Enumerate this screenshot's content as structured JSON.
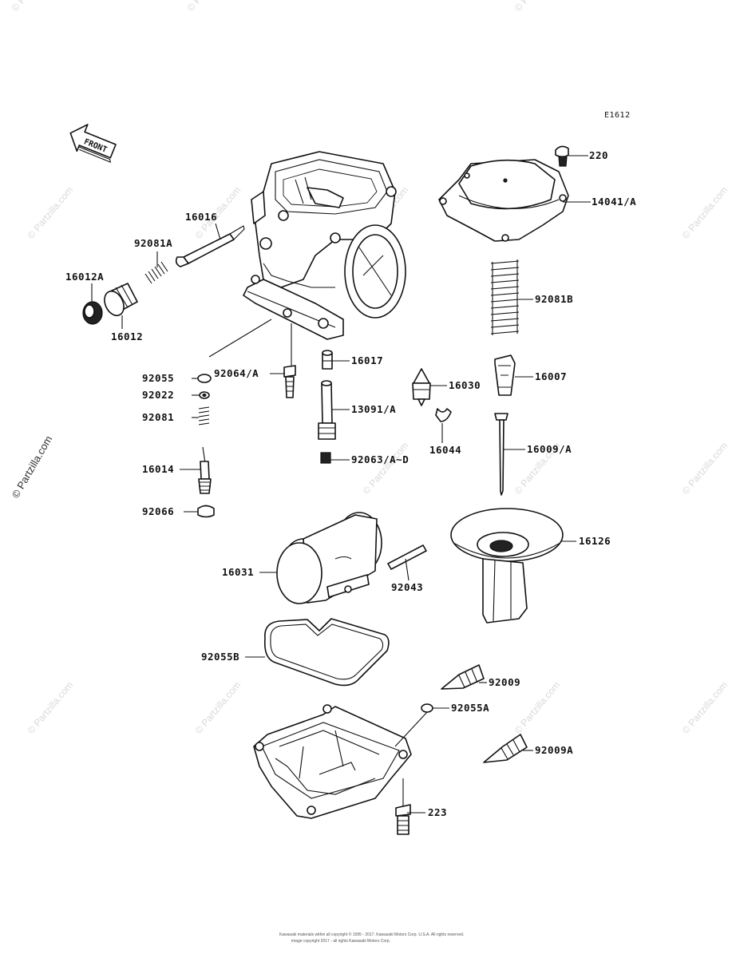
{
  "figure_code": "E1612",
  "front_label": "FRONT",
  "watermark": "© Partzilla.com",
  "footer": {
    "line1": "Kawasaki materials within all copyright © 1995 - 2017. Kawasaki Motors Corp. U.S.A. All rights reserved.",
    "line2": "image copyright 2017 - all rights Kawasaki Motors Corp."
  },
  "parts": [
    {
      "label": "220"
    },
    {
      "label": "14041/A"
    },
    {
      "label": "16016"
    },
    {
      "label": "92081A"
    },
    {
      "label": "16012A"
    },
    {
      "label": "16012"
    },
    {
      "label": "92081B"
    },
    {
      "label": "16017"
    },
    {
      "label": "92055"
    },
    {
      "label": "92064/A"
    },
    {
      "label": "16030"
    },
    {
      "label": "16007"
    },
    {
      "label": "92022"
    },
    {
      "label": "13091/A"
    },
    {
      "label": "92081"
    },
    {
      "label": "16044"
    },
    {
      "label": "16009/A"
    },
    {
      "label": "16014"
    },
    {
      "label": "92063/A~D"
    },
    {
      "label": "92066"
    },
    {
      "label": "16126"
    },
    {
      "label": "16031"
    },
    {
      "label": "92043"
    },
    {
      "label": "92055B"
    },
    {
      "label": "92009"
    },
    {
      "label": "92055A"
    },
    {
      "label": "92009A"
    },
    {
      "label": "223"
    }
  ]
}
